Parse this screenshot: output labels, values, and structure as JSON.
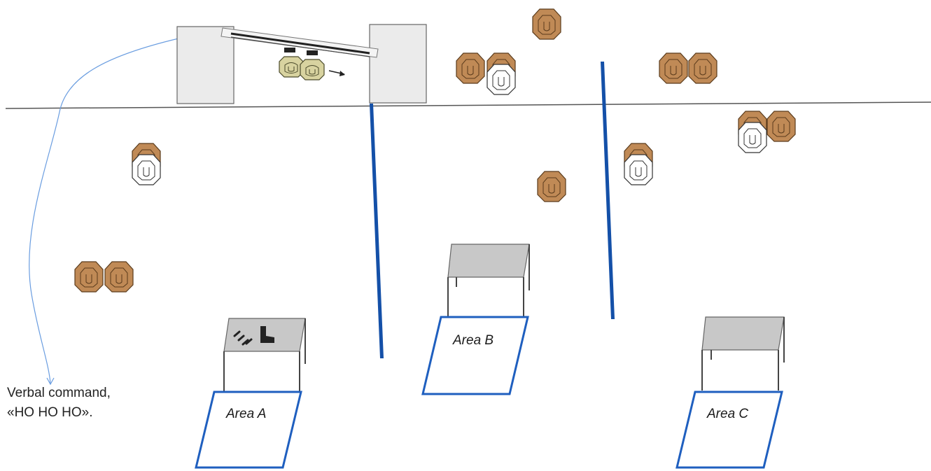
{
  "command": {
    "line1": "Verbal command,",
    "line2": "«HO HO HO»."
  },
  "areas": [
    {
      "id": "a",
      "label": "Area A"
    },
    {
      "id": "b",
      "label": "Area B"
    },
    {
      "id": "c",
      "label": "Area C"
    }
  ],
  "colors": {
    "target_brown": "#c08a56",
    "target_white": "#ffffff",
    "area_outline": "#1f5fbf",
    "partition_blue": "#1450a8",
    "table_top": "#c8c8c8",
    "command_line": "#6a9de0"
  },
  "icons": [
    "steel-target-icon",
    "no-shoot-target-icon",
    "moving-target-icon",
    "pistol-icon",
    "magazine-icon"
  ]
}
